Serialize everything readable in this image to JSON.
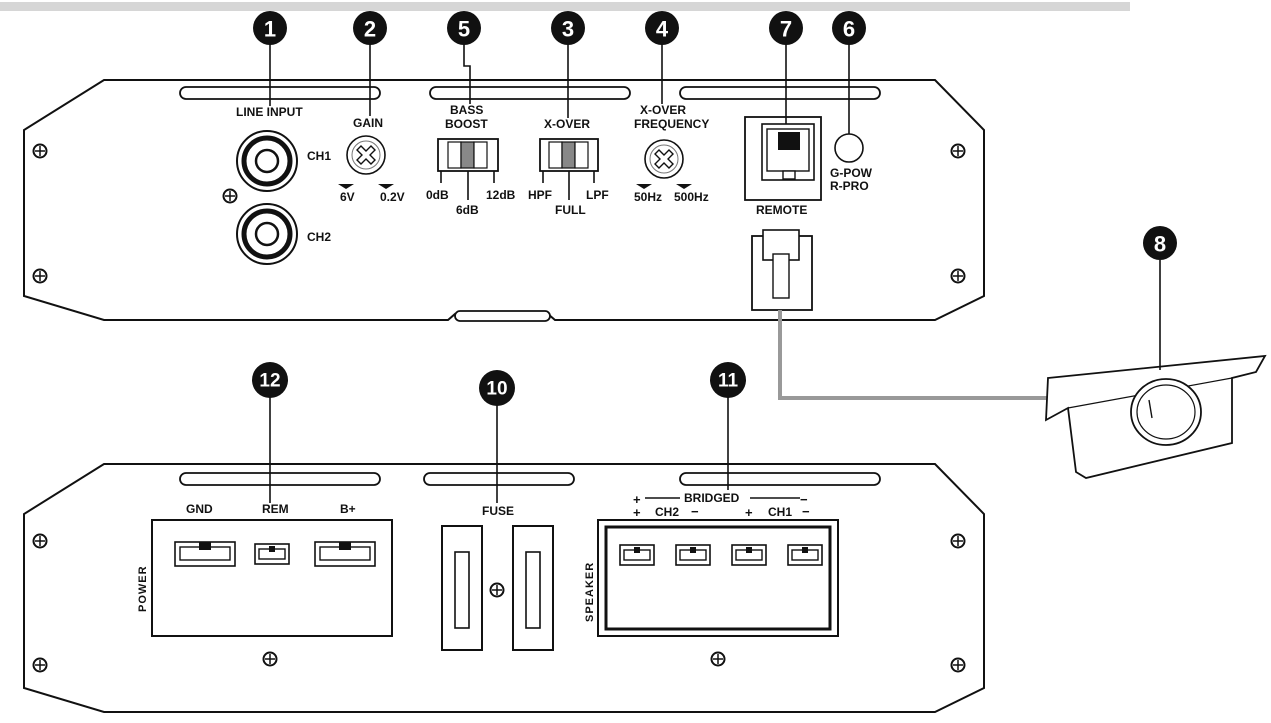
{
  "callouts": {
    "c1": "1",
    "c2": "2",
    "c3": "3",
    "c4": "4",
    "c5": "5",
    "c6": "6",
    "c7": "7",
    "c8": "8",
    "c10": "10",
    "c11": "11",
    "c12": "12"
  },
  "top_panel": {
    "line_input": "LINE INPUT",
    "ch1": "CH1",
    "ch2": "CH2",
    "gain": "GAIN",
    "gain_min": "6V",
    "gain_max": "0.2V",
    "bass_boost_1": "BASS",
    "bass_boost_2": "BOOST",
    "bass_0": "0dB",
    "bass_6": "6dB",
    "bass_12": "12dB",
    "xover": "X-OVER",
    "xover_hpf": "HPF",
    "xover_full": "FULL",
    "xover_lpf": "LPF",
    "xfreq_1": "X-OVER",
    "xfreq_2": "FREQUENCY",
    "xfreq_min": "50Hz",
    "xfreq_max": "500Hz",
    "remote": "REMOTE",
    "gpow_1": "G-POW",
    "gpow_2": "R-PRO"
  },
  "bottom_panel": {
    "gnd": "GND",
    "rem": "REM",
    "bplus": "B+",
    "power": "POWER",
    "fuse": "FUSE",
    "bridged": "BRIDGED",
    "ch2": "CH2",
    "ch1": "CH1",
    "speaker": "SPEAKER",
    "plus": "+",
    "minus": "−"
  },
  "colors": {
    "ink": "#111111",
    "switch_fill": "#888888",
    "cable": "#999999"
  }
}
